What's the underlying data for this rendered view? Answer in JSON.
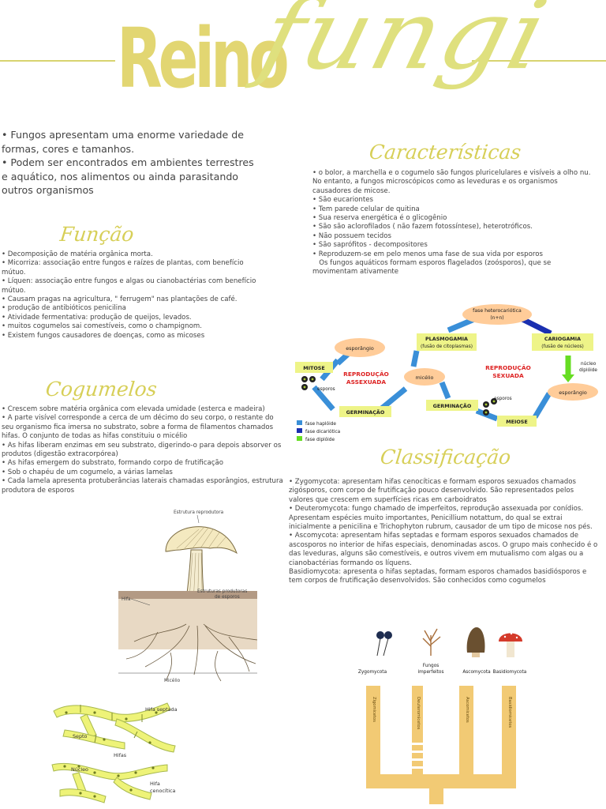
{
  "title": {
    "part1": "Reino",
    "part2": "fungi"
  },
  "intro": [
    "• Fungos apresentam uma enorme variedade de formas, cores e tamanhos.",
    "• Podem ser encontrados em ambientes terrestres e aquático, nos alimentos ou ainda parasitando outros organismos"
  ],
  "funcao": {
    "heading": "Função",
    "items": [
      "• Decomposição de matéria orgânica morta.",
      "• Micorriza: associação entre fungos e raízes de plantas, com benefício mútuo.",
      "• Líquen: associação entre fungos e algas ou cianobactérias com benefício mútuo.",
      "• Causam pragas na agricultura, \" ferrugem\" nas plantações de café.",
      "• produção de antibióticos penicilina",
      "• Atividade fermentativa: produção de queijos, levados.",
      "• muitos cogumelos sai comestíveis, como o champignom.",
      "• Existem fungos causadores de doenças, como as micoses"
    ]
  },
  "cogumelos": {
    "heading": "Cogumelos",
    "items": [
      "• Crescem sobre matéria orgânica com elevada umidade (esterca e madeira)",
      "• A parte visível corresponde a cerca de um décimo do seu corpo, o restante do seu organismo fica imersa no substrato, sobre a forma de filamentos chamados hifas. O conjunto de todas as hifas constituiu o micélio",
      "• As hifas liberam enzimas em seu substrato, digerindo-o para depois absorver os produtos (digestão extracorpórea)",
      "• As hifas emergem do substrato, formando corpo de frutificação",
      "• Sob o chapéu de um cogumelo, a várias lamelas",
      "• Cada lamela apresenta protuberâncias laterais chamadas esporângios, estrutura produtora de esporos"
    ]
  },
  "caracteristicas": {
    "heading": "Características",
    "items": [
      "• o bolor, a marchella e o cogumelo são fungos pluricelulares e visíveis a olho nu. No entanto, a fungos microscópicos como as leveduras e os organismos causadores de micose.",
      "• São eucariontes",
      "• Tem parede celular de quitina",
      "• Sua reserva energética é o glicogênio",
      "• São são aclorofilados ( não fazem fotossíntese), heterotróficos.",
      "• Não possuem tecidos",
      "• São saprófitos - decompositores",
      "• Reproduzem-se em pelo menos uma fase de sua vida por esporos",
      "   Os fungos aquáticos formam esporos flagelados (zoósporos), que se movimentam ativamente"
    ]
  },
  "classificacao": {
    "heading": "Classificação",
    "items": [
      "• Zygomycota: apresentam hifas cenocíticas e formam esporos sexuados chamados zigósporos, com corpo de frutificação pouco desenvolvido. São representados pelos valores que crescem em superfícies ricas em carboidratos",
      "• Deuteromycota: fungo chamado de imperfeitos, reprodução assexuada por conídios. Apresentam espécies muito importantes, Penicillium notattum, do qual se extrai inicialmente a penicilina e Trichophyton rubrum, causador de um tipo de micose nos pés.",
      "• Ascomycota: apresentam hifas septadas e formam esporos sexuados chamados de ascosporos no interior de hifas especiais, denominadas ascos. O grupo mais conhecido é o das leveduras, alguns são comestíveis, e outros vivem em mutualismo com algas ou a cianobactérias formando os líquens.",
      "Basidiomycota: apresenta o hifas septadas, formam esporos chamados basidiósporos e tem corpos de frutificação desenvolvidos. São conhecidos como cogumelos"
    ]
  },
  "cycle": {
    "fase_hetero": "fase heterocariótica",
    "fase_hetero_n": "(n+n)",
    "plasmogamia": "PLASMOGAMIA",
    "plasmogamia_sub": "(fusão de citoplasmas)",
    "cariogamia": "CARIOGAMIA",
    "cariogamia_sub": "(fusão de núcleos)",
    "esporangio_left": "esporângio",
    "esporangio_right": "esporângio",
    "mitose": "MITOSE",
    "esporos_left": "esporos",
    "esporos_right": "esporos",
    "repro_assex_1": "REPRODUÇÃO",
    "repro_assex_2": "ASSEXUADA",
    "repro_sex_1": "REPRODUÇÃO",
    "repro_sex_2": "SEXUADA",
    "micelio": "micélio",
    "nucleo_1": "núcleo",
    "nucleo_2": "diplóide",
    "germinacao_left": "GERMINAÇÃO",
    "germinacao_right": "GERMINAÇÃO",
    "meiose": "MEIOSE",
    "legend": [
      "fase haplóide",
      "fase dicariótica",
      "fase diplóide"
    ],
    "colors": {
      "haploid": "#3a8fd8",
      "dicariotic": "#1a2fb0",
      "diploid": "#66dd22"
    }
  },
  "mushroom": {
    "estrutura": "Estrutura reprodutora",
    "estruturas": "Estruturas produtoras",
    "de_esporos": "de esporos",
    "hifa": "Hifa",
    "micelio": "Micélio"
  },
  "hyphae": {
    "hifa_septada": "Hifa septada",
    "septo": "Septo",
    "hifas": "Hifas",
    "nucleo": "Núcleo",
    "hifa_ceno_1": "Hifa",
    "hifa_ceno_2": "cenocítica"
  },
  "phylo": {
    "zygo": "Zygomycota",
    "fungos_1": "Fungos",
    "fungos_2": "imperfeitos",
    "asco": "Ascomycota",
    "basidio": "Basidiomycota",
    "v_zygo": "Zigomicetos",
    "v_deut": "Deuteromicetos",
    "v_asco": "Ascomicetos",
    "v_basid": "Basidiomicetos"
  }
}
